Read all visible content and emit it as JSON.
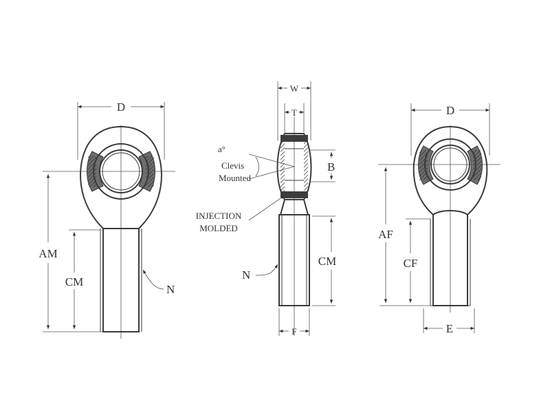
{
  "views": {
    "left": {
      "label_d": "D",
      "label_am": "AM",
      "label_cm": "CM",
      "label_n": "N"
    },
    "middle": {
      "label_w": "W",
      "label_t": "T",
      "label_b": "B",
      "label_angle": "a°",
      "label_clevis": "Clevis",
      "label_mounted": "Mounted",
      "label_injection": "INJECTION",
      "label_molded": "MOLDED",
      "label_cm": "CM",
      "label_n": "N",
      "label_f": "F"
    },
    "right": {
      "label_d": "D",
      "label_af": "AF",
      "label_cf": "CF",
      "label_e": "E"
    }
  },
  "colors": {
    "ink": "#3a3a3a",
    "liner": "#6e6e6e",
    "background": "#ffffff"
  }
}
